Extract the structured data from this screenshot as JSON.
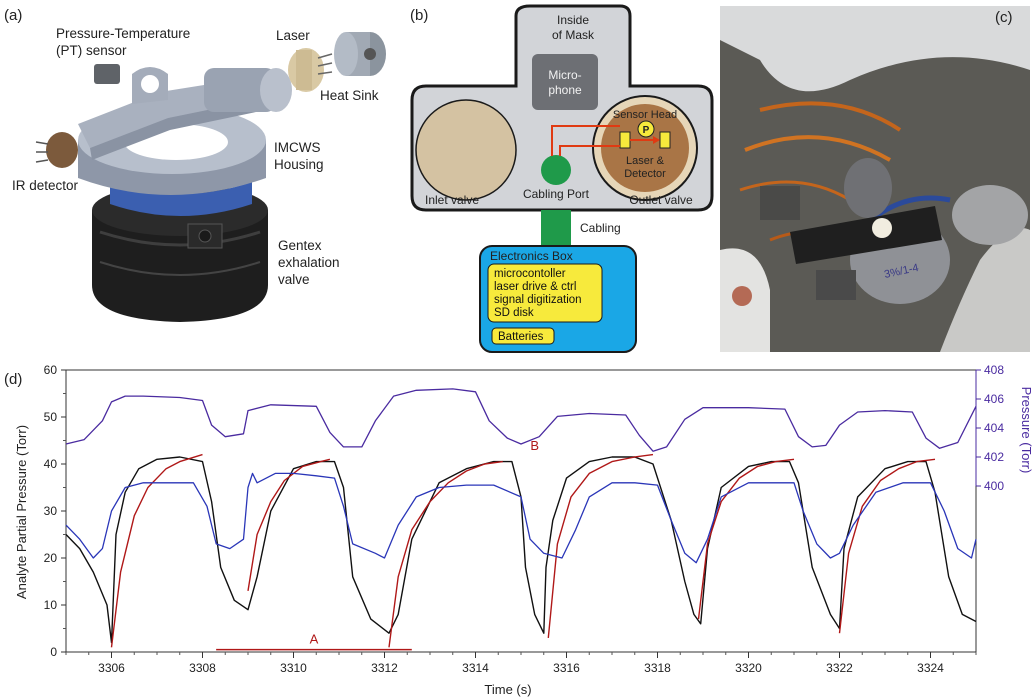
{
  "panel_labels": {
    "a": "(a)",
    "b": "(b)",
    "c": "(c)",
    "d": "(d)"
  },
  "panel_a": {
    "pt_sensor_line1": "Pressure-Temperature",
    "pt_sensor_line2": "(PT) sensor",
    "laser": "Laser",
    "heat_sink": "Heat Sink",
    "imcws_line1": "IMCWS",
    "imcws_line2": "Housing",
    "ir_detector": "IR detector",
    "gentex_line1": "Gentex",
    "gentex_line2": "exhalation",
    "gentex_line3": "valve"
  },
  "panel_b": {
    "inside_line1": "Inside",
    "inside_line2": "of Mask",
    "micro_line1": "Micro-",
    "micro_line2": "phone",
    "sensor_head": "Sensor Head",
    "p_symbol": "P",
    "laser_det_line1": "Laser &",
    "laser_det_line2": "Detector",
    "inlet_valve": "Inlet valve",
    "cabling_port": "Cabling Port",
    "outlet_valve": "Outlet valve",
    "cabling": "Cabling",
    "electronics_box": "Electronics Box",
    "box_items": [
      "microcontoller",
      "laser drive & ctrl",
      "signal digitization",
      "SD disk"
    ],
    "batteries": "Batteries"
  },
  "panel_c": {
    "sticker_text": "3%/1-4"
  },
  "colors": {
    "analyte": "#111111",
    "fit": "#b01818",
    "pressure_lower": "#2a36b8",
    "pressure_upper": "#4a2ba0",
    "electronics": "#1aa7e6",
    "label_yellow": "#f7ea3c",
    "cabling_green": "#1f9a4a"
  },
  "chart_data": {
    "type": "line",
    "xlabel": "Time (s)",
    "ylabel": "Analyte Partial Pressure (Torr)",
    "ylabel_right": "Pressure (Torr)",
    "xlim": [
      3305,
      3325
    ],
    "ylim": [
      0,
      60
    ],
    "ylim_right": [
      400,
      408
    ],
    "x_ticks": [
      3306,
      3308,
      3310,
      3312,
      3314,
      3316,
      3318,
      3320,
      3322,
      3324
    ],
    "y_ticks": [
      0,
      10,
      20,
      30,
      40,
      50,
      60
    ],
    "y_ticks_right": [
      400,
      402,
      404,
      406,
      408
    ],
    "annotations": [
      {
        "label": "A",
        "x_start": 3308.3,
        "x_end": 3312.6,
        "y": 0.5
      },
      {
        "label": "B",
        "x": 3315.3,
        "y": 43
      }
    ],
    "series": [
      {
        "axis": "left",
        "x": [
          3305,
          3305.3,
          3305.6,
          3305.9,
          3306.0,
          3306.1,
          3306.3,
          3306.6,
          3307.0,
          3307.5,
          3308.0,
          3308.2,
          3308.4,
          3308.7,
          3309.0,
          3309.2,
          3309.5,
          3310.0,
          3310.5,
          3310.9,
          3311.1,
          3311.3,
          3311.7,
          3312.1,
          3312.3,
          3312.6,
          3313.2,
          3313.8,
          3314.4,
          3314.8,
          3315.0,
          3315.1,
          3315.3,
          3315.5,
          3315.55,
          3315.7,
          3316.0,
          3316.5,
          3317.0,
          3317.5,
          3317.9,
          3318.3,
          3318.6,
          3318.8,
          3318.95,
          3319.1,
          3319.4,
          3320.0,
          3320.5,
          3320.9,
          3321.1,
          3321.4,
          3321.8,
          3322.0,
          3322.1,
          3322.4,
          3323.0,
          3323.5,
          3323.9,
          3324.1,
          3324.4,
          3324.7,
          3325.0
        ],
        "y": [
          25,
          22,
          17,
          10,
          2,
          25,
          34,
          39,
          41,
          41.5,
          40.5,
          32,
          18,
          11,
          9,
          16,
          30,
          39,
          40.5,
          40.5,
          35,
          16,
          7,
          4,
          8,
          24,
          36,
          39,
          40.5,
          40.5,
          33,
          18,
          8,
          4,
          18,
          28,
          37,
          40.5,
          41.5,
          41.5,
          40,
          28,
          15,
          8,
          6,
          22,
          35,
          39.5,
          40.5,
          40.5,
          36,
          18,
          8,
          5,
          22,
          33,
          39,
          40.5,
          40.5,
          34,
          16,
          8,
          6.5
        ]
      },
      {
        "axis": "left",
        "x": [
          3306.0,
          3306.2,
          3306.5,
          3306.8,
          3307.2,
          3307.5,
          3308.0,
          3309.0,
          3309.2,
          3309.5,
          3309.8,
          3310.2,
          3310.6,
          3310.8,
          3312.1,
          3312.3,
          3312.6,
          3313.0,
          3313.4,
          3313.8,
          3314.2,
          3314.6,
          3315.6,
          3315.8,
          3316.1,
          3316.5,
          3317.0,
          3317.5,
          3317.9,
          3318.9,
          3319.1,
          3319.4,
          3319.8,
          3320.2,
          3320.6,
          3321.0,
          3322.0,
          3322.2,
          3322.5,
          3322.9,
          3323.3,
          3323.7,
          3324.1
        ],
        "y": [
          1,
          17,
          29,
          35,
          39,
          40.5,
          42,
          13,
          25,
          32,
          36.5,
          39.5,
          40.5,
          41,
          1,
          16,
          26,
          32,
          36,
          38.5,
          40,
          40.5,
          3,
          23,
          33,
          38,
          40.5,
          41.5,
          42,
          7,
          23,
          32,
          37,
          39.5,
          40.5,
          41,
          4,
          21,
          31,
          36.5,
          39,
          40.5,
          41
        ]
      },
      {
        "axis": "left",
        "x": [
          3305,
          3305.3,
          3305.6,
          3305.8,
          3306.0,
          3306.3,
          3306.7,
          3307.2,
          3307.8,
          3308.1,
          3308.3,
          3308.6,
          3308.9,
          3309.0,
          3309.1,
          3309.2,
          3309.6,
          3310.0,
          3310.5,
          3310.9,
          3311.1,
          3311.3,
          3311.8,
          3312.0,
          3312.3,
          3312.7,
          3313.2,
          3313.8,
          3314.4,
          3315.0,
          3315.2,
          3315.5,
          3315.9,
          3316.2,
          3316.5,
          3317.0,
          3317.5,
          3318.0,
          3318.3,
          3318.6,
          3318.85,
          3319.1,
          3319.4,
          3320.0,
          3320.6,
          3321.0,
          3321.2,
          3321.5,
          3321.8,
          3322.0,
          3322.3,
          3322.8,
          3323.4,
          3324.0,
          3324.3,
          3324.6,
          3324.9,
          3325.0
        ],
        "y": [
          27,
          24,
          20,
          22,
          30,
          35,
          36,
          36,
          36,
          31,
          23,
          22,
          24,
          35,
          38,
          36,
          38,
          38,
          37.5,
          37,
          31,
          23,
          21,
          20,
          27,
          33,
          35,
          35.5,
          35.5,
          33,
          24,
          21,
          20,
          26,
          33,
          36,
          36,
          35.5,
          28,
          21,
          19,
          24,
          33,
          36,
          36,
          36,
          30,
          23,
          20,
          21,
          27,
          34,
          36,
          36,
          30,
          22,
          20,
          24
        ]
      },
      {
        "axis": "right",
        "x": [
          3305,
          3305.4,
          3305.8,
          3306.0,
          3306.3,
          3306.7,
          3307.5,
          3308.0,
          3308.2,
          3308.5,
          3308.9,
          3309.0,
          3309.5,
          3310.5,
          3310.8,
          3311.1,
          3311.5,
          3311.8,
          3312.2,
          3312.7,
          3313.5,
          3314.0,
          3314.3,
          3314.7,
          3315.0,
          3315.4,
          3315.8,
          3316.5,
          3317.3,
          3317.6,
          3317.9,
          3318.2,
          3318.6,
          3319.0,
          3320.0,
          3320.8,
          3321.1,
          3321.4,
          3321.7,
          3322.0,
          3322.4,
          3323.0,
          3323.6,
          3323.9,
          3324.2,
          3324.6,
          3325.0
        ],
        "y": [
          402.9,
          403.2,
          404.5,
          405.8,
          406.2,
          406.2,
          406.1,
          405.9,
          404.2,
          403.4,
          403.6,
          405.2,
          405.6,
          405.5,
          403.7,
          402.7,
          402.7,
          404.5,
          406.2,
          406.6,
          406.7,
          406.5,
          404.5,
          403.3,
          402.9,
          403.4,
          404.8,
          405.0,
          404.9,
          403.5,
          402.4,
          402.7,
          404.6,
          405.4,
          405.4,
          405.3,
          403.4,
          402.7,
          402.8,
          404.2,
          405.1,
          405.2,
          405.1,
          403.3,
          402.6,
          403.0,
          405.5
        ]
      }
    ]
  }
}
